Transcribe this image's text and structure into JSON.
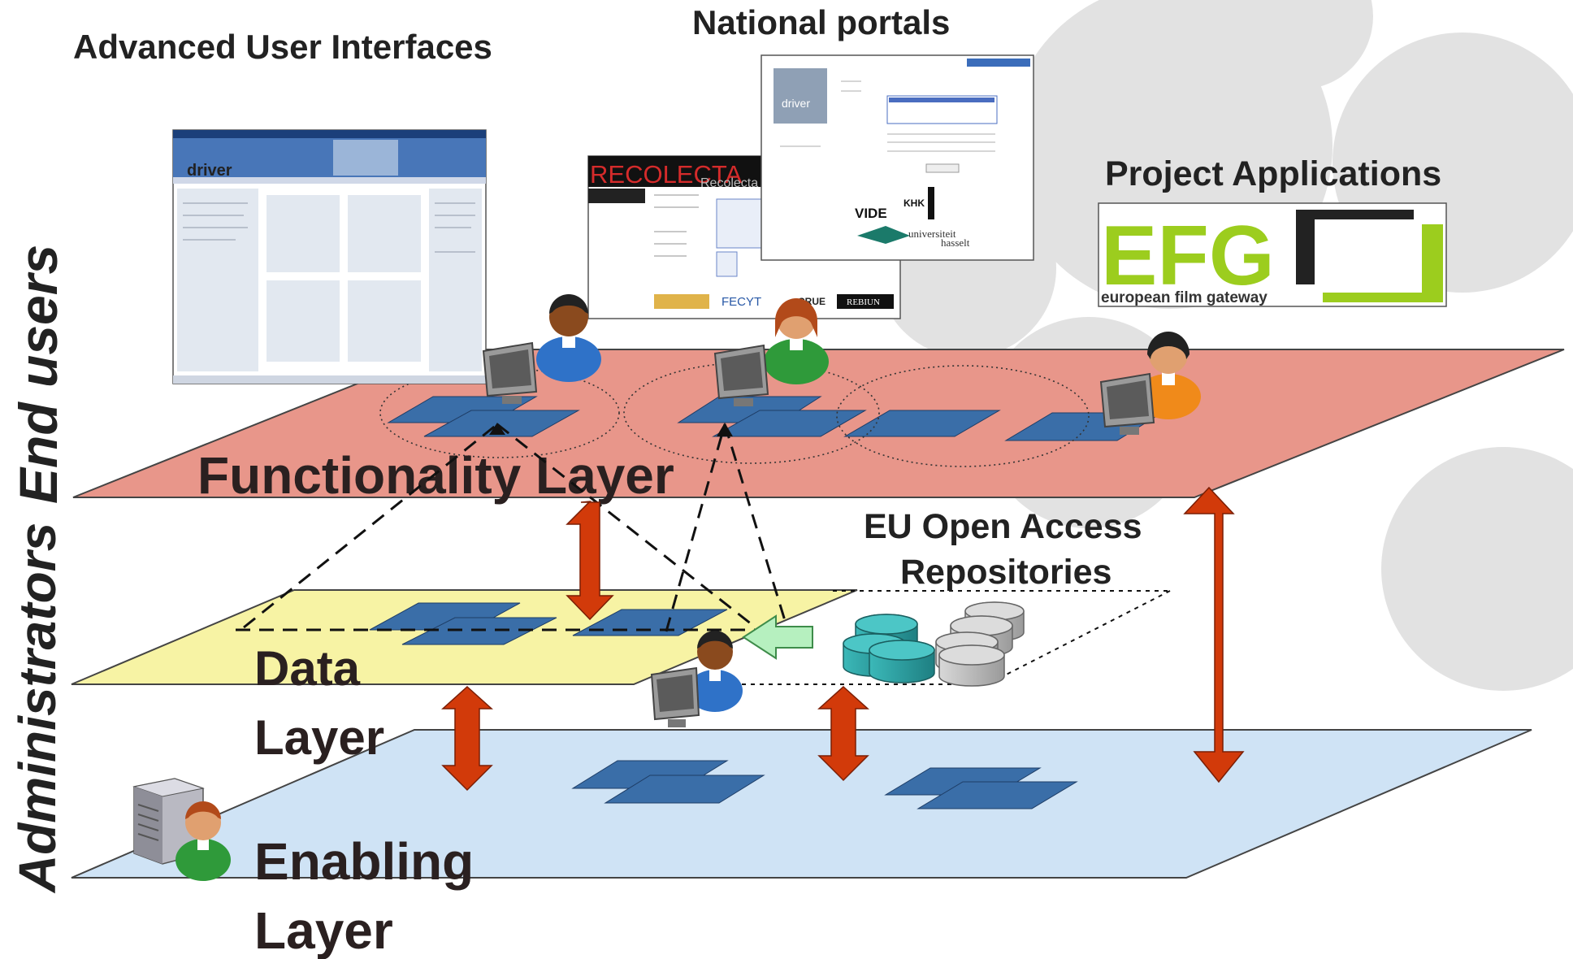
{
  "headings": {
    "advanced_ui": "Advanced User Interfaces",
    "national_portals": "National portals",
    "project_applications": "Project Applications",
    "eu_repositories_line1": "EU Open Access",
    "eu_repositories_line2": "Repositories"
  },
  "side_labels": {
    "end_users": "End users",
    "administrators": "Administrators"
  },
  "layers": {
    "functionality": "Functionality Layer",
    "data_line1": "Data",
    "data_line2": "Layer",
    "enabling_line1": "Enabling",
    "enabling_line2": "Layer"
  },
  "screenshots": {
    "driver_logo": "driver",
    "recolecta_title": "RECOLECTA",
    "recolecta_sub": "Recolecta",
    "recolecta_sponsors": [
      "FECYT",
      "CRUE",
      "REBIUN"
    ],
    "portal_logo": "driver",
    "portal_logos": [
      "VIDE",
      "KHK",
      "universiteit",
      "hasselt"
    ],
    "efg_logo": "EFG",
    "efg_subtitle": "european film gateway"
  },
  "colors": {
    "functionality_layer": "#e8968a",
    "data_layer": "#f7f3a4",
    "enabling_layer": "#cfe3f5",
    "tile": "#3a6ea8",
    "arrow": "#d23a0a",
    "efg_green": "#9ccd1e",
    "repo_teal": "#2a9ea0",
    "repo_gray": "#b8b8b8"
  },
  "icons": [
    "user-icon",
    "monitor-icon",
    "server-icon",
    "database-icon",
    "double-arrow-icon"
  ]
}
